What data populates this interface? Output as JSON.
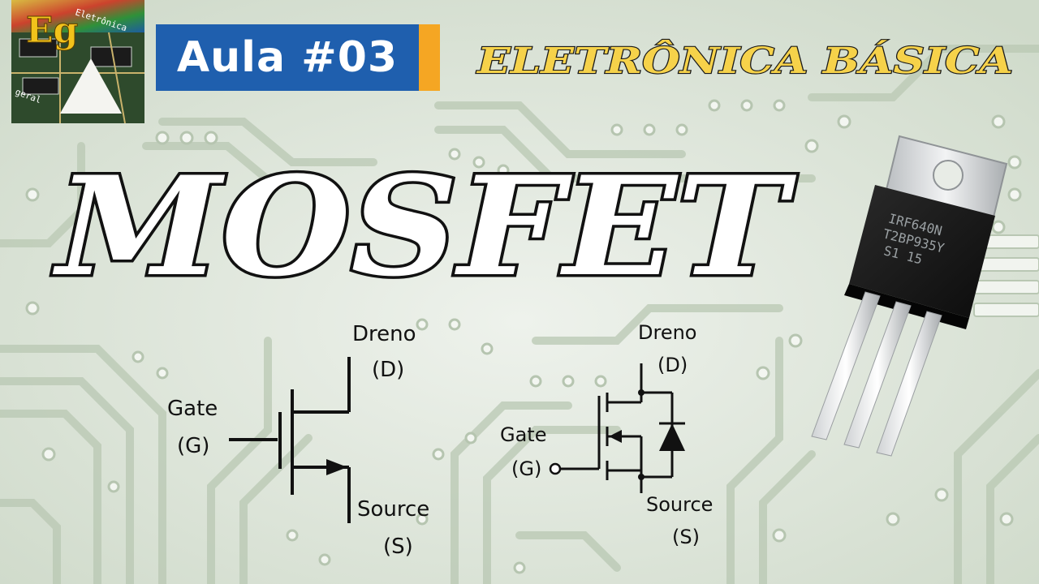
{
  "logo": {
    "letters": "Eg",
    "ring_text_top": "Eletrônica",
    "ring_text_bottom": "geral"
  },
  "badge": {
    "label": "Aula #03"
  },
  "course_title": "ELETRÔNICA BÁSICA",
  "main_title": "MOSFET",
  "symbol_left": {
    "drain_name": "Dreno",
    "drain_abbr": "(D)",
    "gate_name": "Gate",
    "gate_abbr": "(G)",
    "source_name": "Source",
    "source_abbr": "(S)"
  },
  "symbol_right": {
    "drain_name": "Dreno",
    "drain_abbr": "(D)",
    "gate_name": "Gate",
    "gate_abbr": "(G)",
    "source_name": "Source",
    "source_abbr": "(S)"
  },
  "component": {
    "marking_line1": "IRF640N",
    "marking_line2": "T2BP935Y",
    "marking_line3": "S1 15"
  },
  "colors": {
    "badge_blue": "#1f5fae",
    "badge_orange": "#f5a623",
    "course_yellow": "#f6d24a",
    "pcb_green": "#c9d6c3"
  }
}
